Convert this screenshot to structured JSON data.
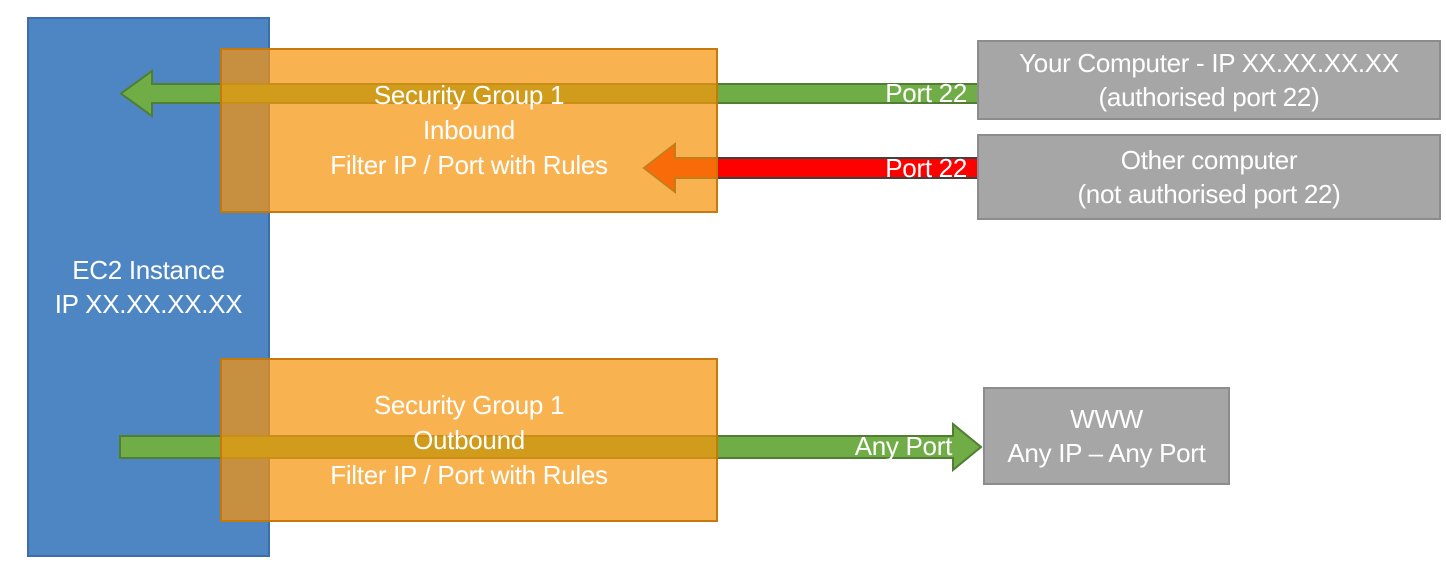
{
  "colors": {
    "canvas-bg": "#ffffff",
    "blue-fill": "#4e86c4",
    "blue-border": "#3d6ea9",
    "orange-fill": "rgba(247, 148, 12, 0.72)",
    "orange-border": "rgba(197, 118, 8, 0.95)",
    "green-fill": "#70ad47",
    "green-border": "#507e32",
    "red-fill": "#ff0000",
    "red-border": "#404040",
    "gray-fill": "#a6a6a6",
    "gray-border": "#8c8c8c",
    "text": "#ffffff"
  },
  "ec2_instance": {
    "title": "EC2 Instance",
    "ip": "IP XX.XX.XX.XX"
  },
  "security_group_inbound": {
    "name": "Security Group 1",
    "direction": "Inbound",
    "rule": "Filter IP / Port with Rules"
  },
  "security_group_outbound": {
    "name": "Security Group 1",
    "direction": "Outbound",
    "rule": "Filter IP / Port with Rules"
  },
  "your_computer": {
    "title": "Your Computer - IP XX.XX.XX.XX",
    "note": "(authorised port 22)"
  },
  "other_computer": {
    "title": "Other computer",
    "note": "(not authorised port 22)"
  },
  "www": {
    "title": "WWW",
    "note": "Any IP – Any Port"
  },
  "arrows": {
    "inbound_allowed_label": "Port 22",
    "inbound_blocked_label": "Port 22",
    "outbound_label": "Any Port"
  }
}
